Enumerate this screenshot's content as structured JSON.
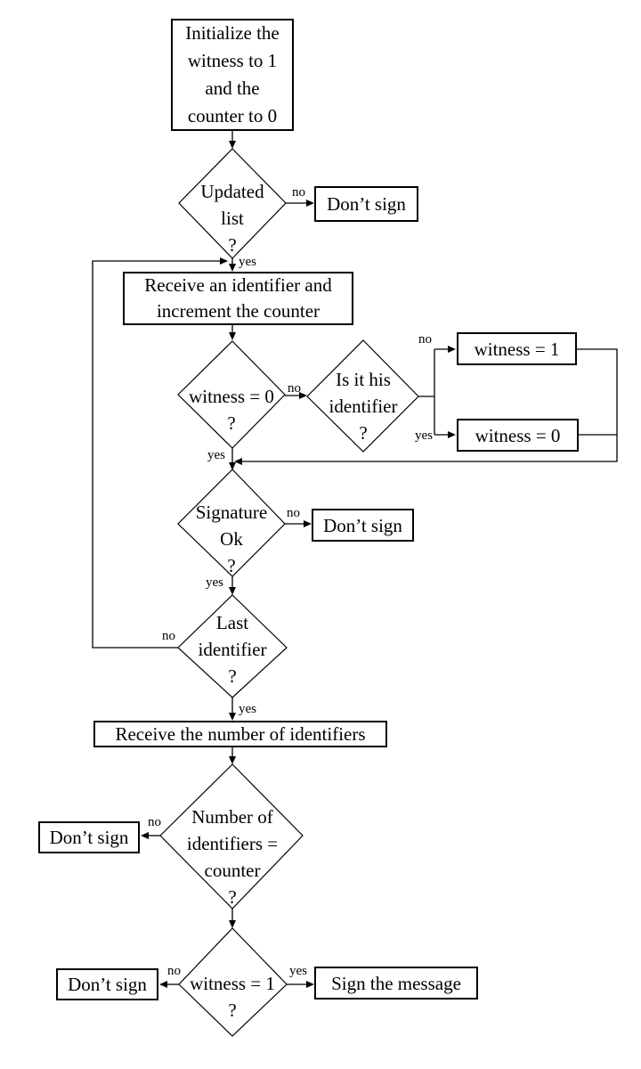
{
  "flowchart": {
    "nodes": {
      "init": "Initialize the\nwitness to 1\nand the\ncounter to 0",
      "updated_list": "Updated\nlist\n?",
      "dont_sign_top": "Don’t sign",
      "receive_identifier": "Receive an identifier and\nincrement the counter",
      "witness_eq_0_q": "witness = 0\n?",
      "is_it_his_identifier": "Is it his\nidentifier\n?",
      "set_witness_1": "witness = 1",
      "set_witness_0": "witness = 0",
      "signature_ok": "Signature\nOk\n?",
      "dont_sign_signature": "Don’t sign",
      "last_identifier": "Last\nidentifier\n?",
      "receive_number": "Receive the number of identifiers",
      "number_eq_counter": "Number of\nidentifiers =\ncounter\n?",
      "dont_sign_number": "Don’t sign",
      "witness_eq_1_q": "witness = 1\n?",
      "dont_sign_witness": "Don’t sign",
      "sign_message": "Sign the message"
    },
    "edge_labels": {
      "yes": "yes",
      "no": "no"
    },
    "colors": {
      "line": "#000000",
      "background": "#ffffff"
    }
  }
}
